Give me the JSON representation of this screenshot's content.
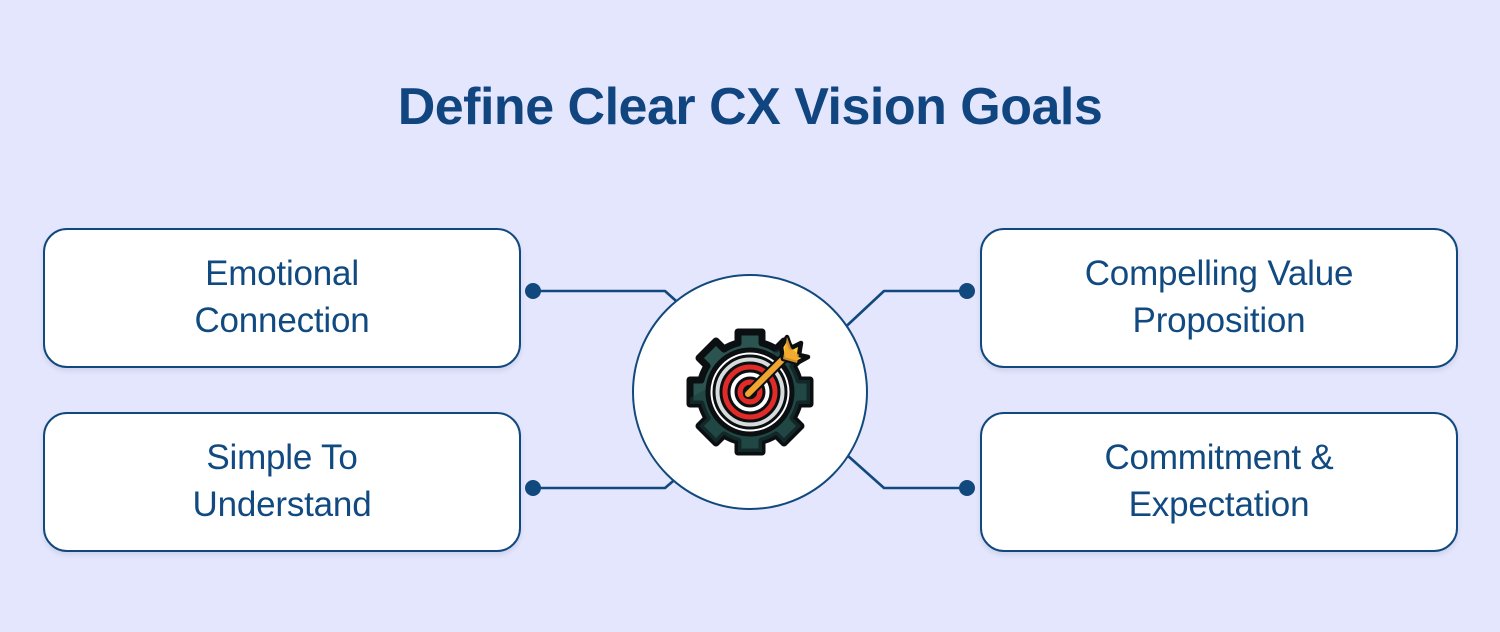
{
  "page": {
    "title": "Define Clear CX Vision Goals",
    "background_color": "#e3e6fc",
    "accent_color": "#11497e",
    "text_color": "#114a80"
  },
  "center": {
    "icon_name": "gear-target-arrow-icon",
    "colors": {
      "gear": "#2c5450",
      "gear_dark": "#143634",
      "outline": "#0b0f12",
      "ring_red": "#e02b28",
      "ring_light": "#d9dcdd",
      "ring_white": "#ffffff",
      "arrow_shaft": "#f0a530",
      "arrow_fletch": "#ffcf33"
    }
  },
  "nodes": [
    {
      "id": "emotional-connection",
      "position": "top-left",
      "lines": [
        "Emotional",
        "Connection"
      ]
    },
    {
      "id": "simple-to-understand",
      "position": "bottom-left",
      "lines": [
        "Simple To",
        "Understand"
      ]
    },
    {
      "id": "compelling-value-proposition",
      "position": "top-right",
      "lines": [
        "Compelling Value",
        "Proposition"
      ]
    },
    {
      "id": "commitment-expectation",
      "position": "bottom-right",
      "lines": [
        "Commitment &",
        "Expectation"
      ]
    }
  ],
  "connectors": [
    {
      "id": "connector-top-left",
      "from": "center",
      "to": "emotional-connection"
    },
    {
      "id": "connector-bottom-left",
      "from": "center",
      "to": "simple-to-understand"
    },
    {
      "id": "connector-top-right",
      "from": "center",
      "to": "compelling-value-proposition"
    },
    {
      "id": "connector-bottom-right",
      "from": "center",
      "to": "commitment-expectation"
    }
  ]
}
